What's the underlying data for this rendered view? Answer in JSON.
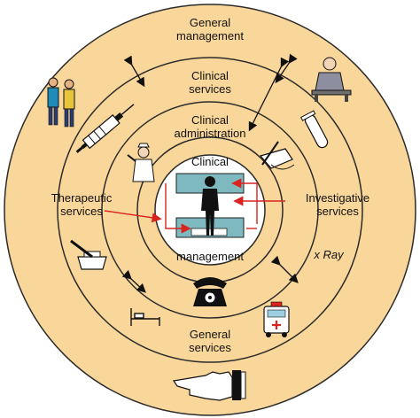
{
  "labels": {
    "general_management": [
      "General",
      "management"
    ],
    "clinical_services": [
      "Clinical",
      "services"
    ],
    "clinical_administration": [
      "Clinical",
      "administration"
    ],
    "clinical": "Clinical",
    "management": "management",
    "therapeutic_services": [
      "Therapeutic",
      "services"
    ],
    "investigative_services": [
      "Investigative",
      "services"
    ],
    "x_ray": "x Ray",
    "general_services": [
      "General",
      "services"
    ]
  },
  "colors": {
    "outer_fill": "#f9d79a",
    "ring_stroke": "#2b2b2b",
    "arrow_red": "#d8231f",
    "box_teal": "#7fb9c0",
    "white": "#ffffff"
  },
  "icons": [
    "two-people-icon",
    "seated-manager-icon",
    "syringe-icon",
    "test-tube-icon",
    "nurse-icon",
    "hand-writing-icon",
    "mortar-pestle-icon",
    "telephone-icon",
    "bed-icon",
    "ambulance-icon",
    "pointing-hand-icon",
    "human-figure-icon"
  ]
}
